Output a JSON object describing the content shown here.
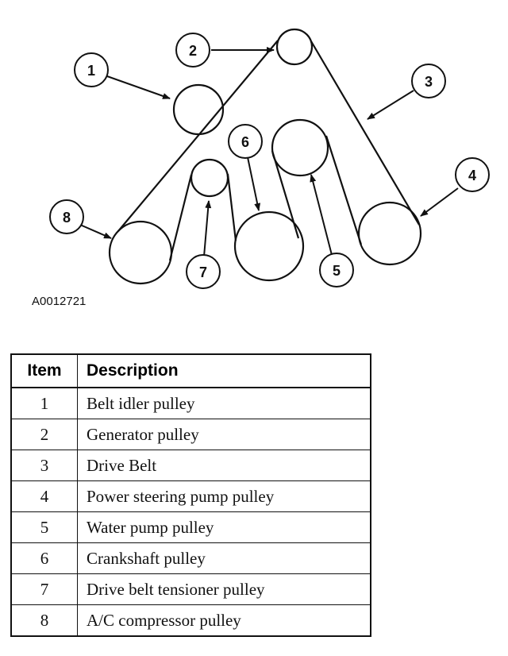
{
  "figure_code": "A0012721",
  "callouts": [
    "1",
    "2",
    "3",
    "4",
    "5",
    "6",
    "7",
    "8"
  ],
  "table": {
    "headers": {
      "item": "Item",
      "description": "Description"
    },
    "rows": [
      {
        "item": "1",
        "description": "Belt idler pulley"
      },
      {
        "item": "2",
        "description": "Generator pulley"
      },
      {
        "item": "3",
        "description": "Drive Belt"
      },
      {
        "item": "4",
        "description": "Power steering pump pulley"
      },
      {
        "item": "5",
        "description": "Water pump pulley"
      },
      {
        "item": "6",
        "description": "Crankshaft pulley"
      },
      {
        "item": "7",
        "description": "Drive belt tensioner pulley"
      },
      {
        "item": "8",
        "description": "A/C compressor pulley"
      }
    ]
  }
}
